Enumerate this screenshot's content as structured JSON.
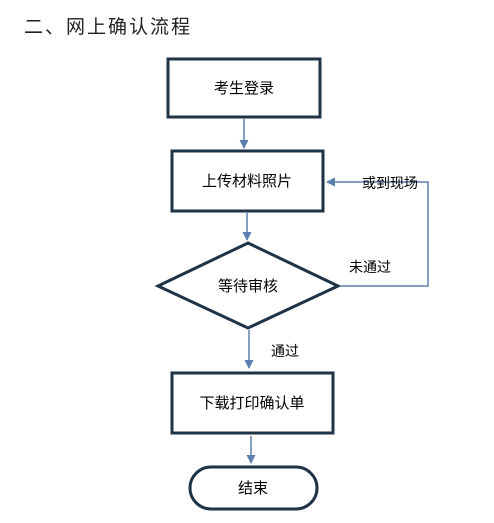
{
  "heading": "二、网上确认流程",
  "colors": {
    "node_border": "#1f3347",
    "arrow": "#5b7fb0"
  },
  "nodes": {
    "login": "考生登录",
    "upload": "上传材料照片",
    "review": "等待审核",
    "print": "下载打印确认单",
    "end": "结束"
  },
  "edge_labels": {
    "onsite": "或到现场",
    "not_passed": "未通过",
    "passed": "通过"
  }
}
